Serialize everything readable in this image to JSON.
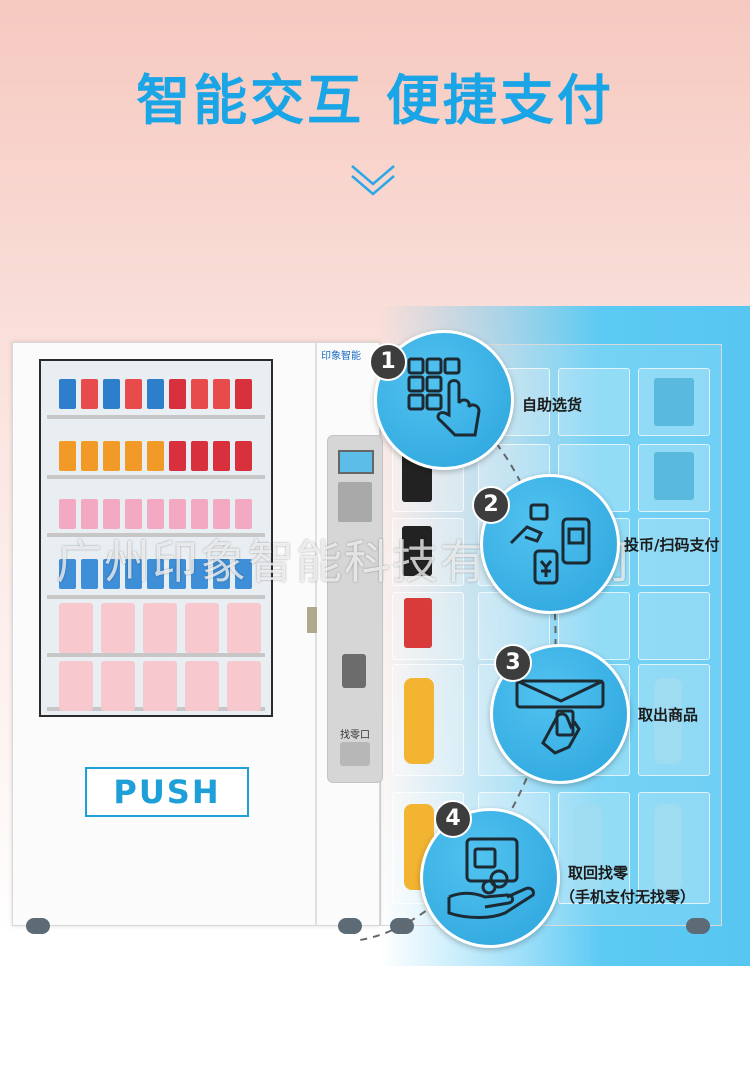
{
  "header": {
    "title": "智能交互  便捷支付"
  },
  "machine": {
    "push_label": "PUSH",
    "logo_text": "印象智能",
    "change_slot_label": "找零口"
  },
  "steps": [
    {
      "number": "1",
      "label": "自助选货",
      "icon": "keypad-touch-icon"
    },
    {
      "number": "2",
      "label": "投币/扫码支付",
      "icon": "payment-icon"
    },
    {
      "number": "3",
      "label": "取出商品",
      "icon": "pickup-icon"
    },
    {
      "number": "4",
      "label": "取回找零",
      "sublabel": "（手机支付无找零）",
      "icon": "change-icon"
    }
  ],
  "watermark": "广州印象智能科技有限公司",
  "colors": {
    "accent": "#1aa6e6",
    "panel_blue": "#57c6f1",
    "number_badge": "#3d3d3d"
  }
}
